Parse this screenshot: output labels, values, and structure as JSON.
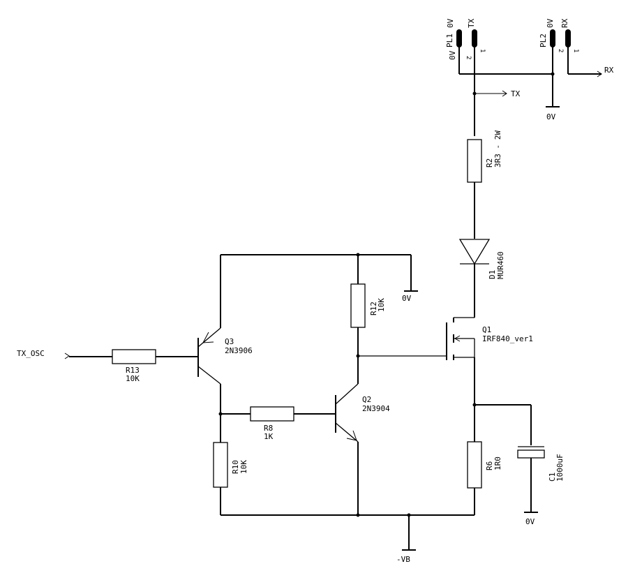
{
  "schematic": {
    "connectors": {
      "pl1": {
        "ref": "PL1",
        "pin2_net": "0V",
        "pin1_net": "TX",
        "pin2_num": "2",
        "pin1_num": "1",
        "left_label": "0V"
      },
      "pl2": {
        "ref": "PL2",
        "pin2_net": "0V",
        "pin1_net": "RX",
        "pin2_num": "2",
        "pin1_num": "1"
      }
    },
    "nets": {
      "rx_out": "RX",
      "tx_out": "TX",
      "gnd_top": "0V",
      "gnd_mid": "0V",
      "gnd_cap": "0V",
      "vb": "-VB",
      "tx_osc": "TX_OSC"
    },
    "resistors": {
      "r2": {
        "ref": "R2",
        "value": "3R3 - 2W"
      },
      "r12": {
        "ref": "R12",
        "value": "10K"
      },
      "r13": {
        "ref": "R13",
        "value": "10K"
      },
      "r8": {
        "ref": "R8",
        "value": "1K"
      },
      "r10": {
        "ref": "R10",
        "value": "10K"
      },
      "r6": {
        "ref": "R6",
        "value": "1R0"
      }
    },
    "diode": {
      "ref": "D1",
      "value": "MUR460"
    },
    "mosfet": {
      "ref": "Q1",
      "value": "IRF840_ver1"
    },
    "transistors": {
      "q3": {
        "ref": "Q3",
        "value": "2N3906"
      },
      "q2": {
        "ref": "Q2",
        "value": "2N3904"
      }
    },
    "capacitor": {
      "ref": "C1",
      "value": "1000uF"
    }
  }
}
